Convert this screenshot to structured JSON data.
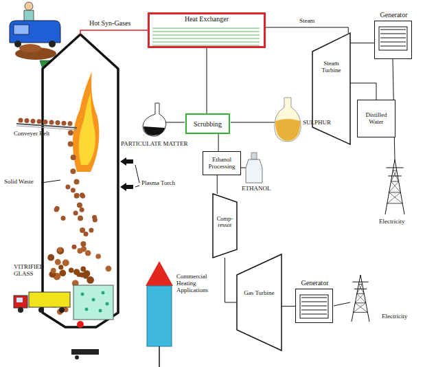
{
  "diagram": {
    "nodes": [
      {
        "text": [
          "Heat Exchanger"
        ]
      },
      {
        "text": [
          "Steam Turbine"
        ]
      },
      {
        "text": [
          "Generator"
        ]
      },
      {
        "text": [
          "Distilled Water"
        ]
      },
      {
        "text": [
          "Scrubbing"
        ]
      },
      {
        "text": [
          "Ethanol Processing"
        ]
      },
      {
        "text": [
          "Comp-ressor"
        ]
      },
      {
        "text": [
          "Gas Turbine"
        ]
      },
      {
        "text": [
          "Generator"
        ]
      }
    ],
    "edges": [
      {
        "from": 0,
        "to": 1,
        "label": "Steam",
        "arrow": "none"
      },
      {
        "from": 1,
        "to": 2,
        "arrow": "none"
      },
      {
        "from": 1,
        "to": 3,
        "arrow": "none"
      },
      {
        "from": 0,
        "to": 4,
        "arrow": "none"
      },
      {
        "from": 4,
        "to": 5,
        "arrow": "none"
      },
      {
        "from": 5,
        "to": 6,
        "arrow": "none"
      },
      {
        "from": 6,
        "to": 7,
        "arrow": "none"
      },
      {
        "from": 7,
        "to": 8,
        "arrow": "none"
      }
    ],
    "labels": [
      "Hot Syn-Gases",
      "PARTICULATE MATTER",
      "SULPHUR",
      "ETHANOL",
      "Electricity",
      "Electricity",
      "Conveyer Belt",
      "Solid Waste",
      "Plasma Torch",
      "VITRIFIED GLASS",
      "Commercial Heating Applications"
    ]
  }
}
